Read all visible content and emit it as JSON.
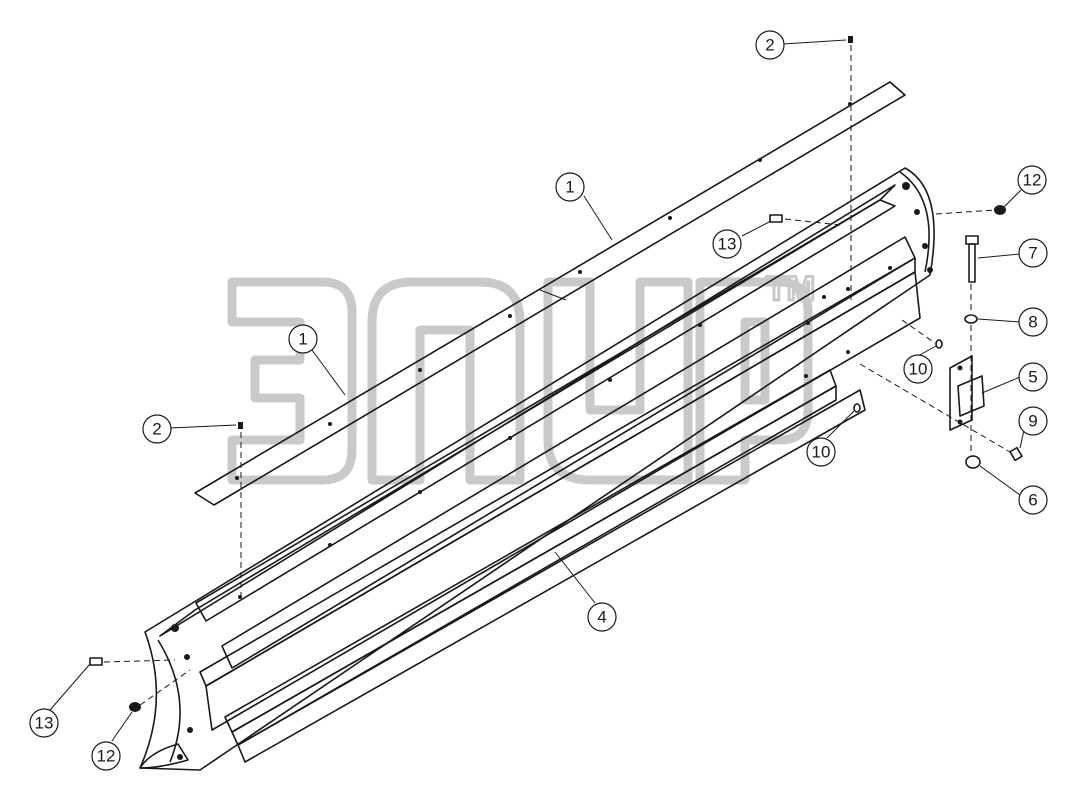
{
  "diagram": {
    "watermark": {
      "trademark": "TM"
    },
    "callouts": [
      {
        "id": "c-1-top",
        "label": "1"
      },
      {
        "id": "c-1-mid",
        "label": "1"
      },
      {
        "id": "c-2-top",
        "label": "2"
      },
      {
        "id": "c-2-left",
        "label": "2"
      },
      {
        "id": "c-4",
        "label": "4"
      },
      {
        "id": "c-5",
        "label": "5"
      },
      {
        "id": "c-6",
        "label": "6"
      },
      {
        "id": "c-7",
        "label": "7"
      },
      {
        "id": "c-8",
        "label": "8"
      },
      {
        "id": "c-9",
        "label": "9"
      },
      {
        "id": "c-10-upper",
        "label": "10"
      },
      {
        "id": "c-10-lower",
        "label": "10"
      },
      {
        "id": "c-12-right",
        "label": "12"
      },
      {
        "id": "c-12-left",
        "label": "12"
      },
      {
        "id": "c-13-right",
        "label": "13"
      },
      {
        "id": "c-13-left",
        "label": "13"
      }
    ]
  }
}
